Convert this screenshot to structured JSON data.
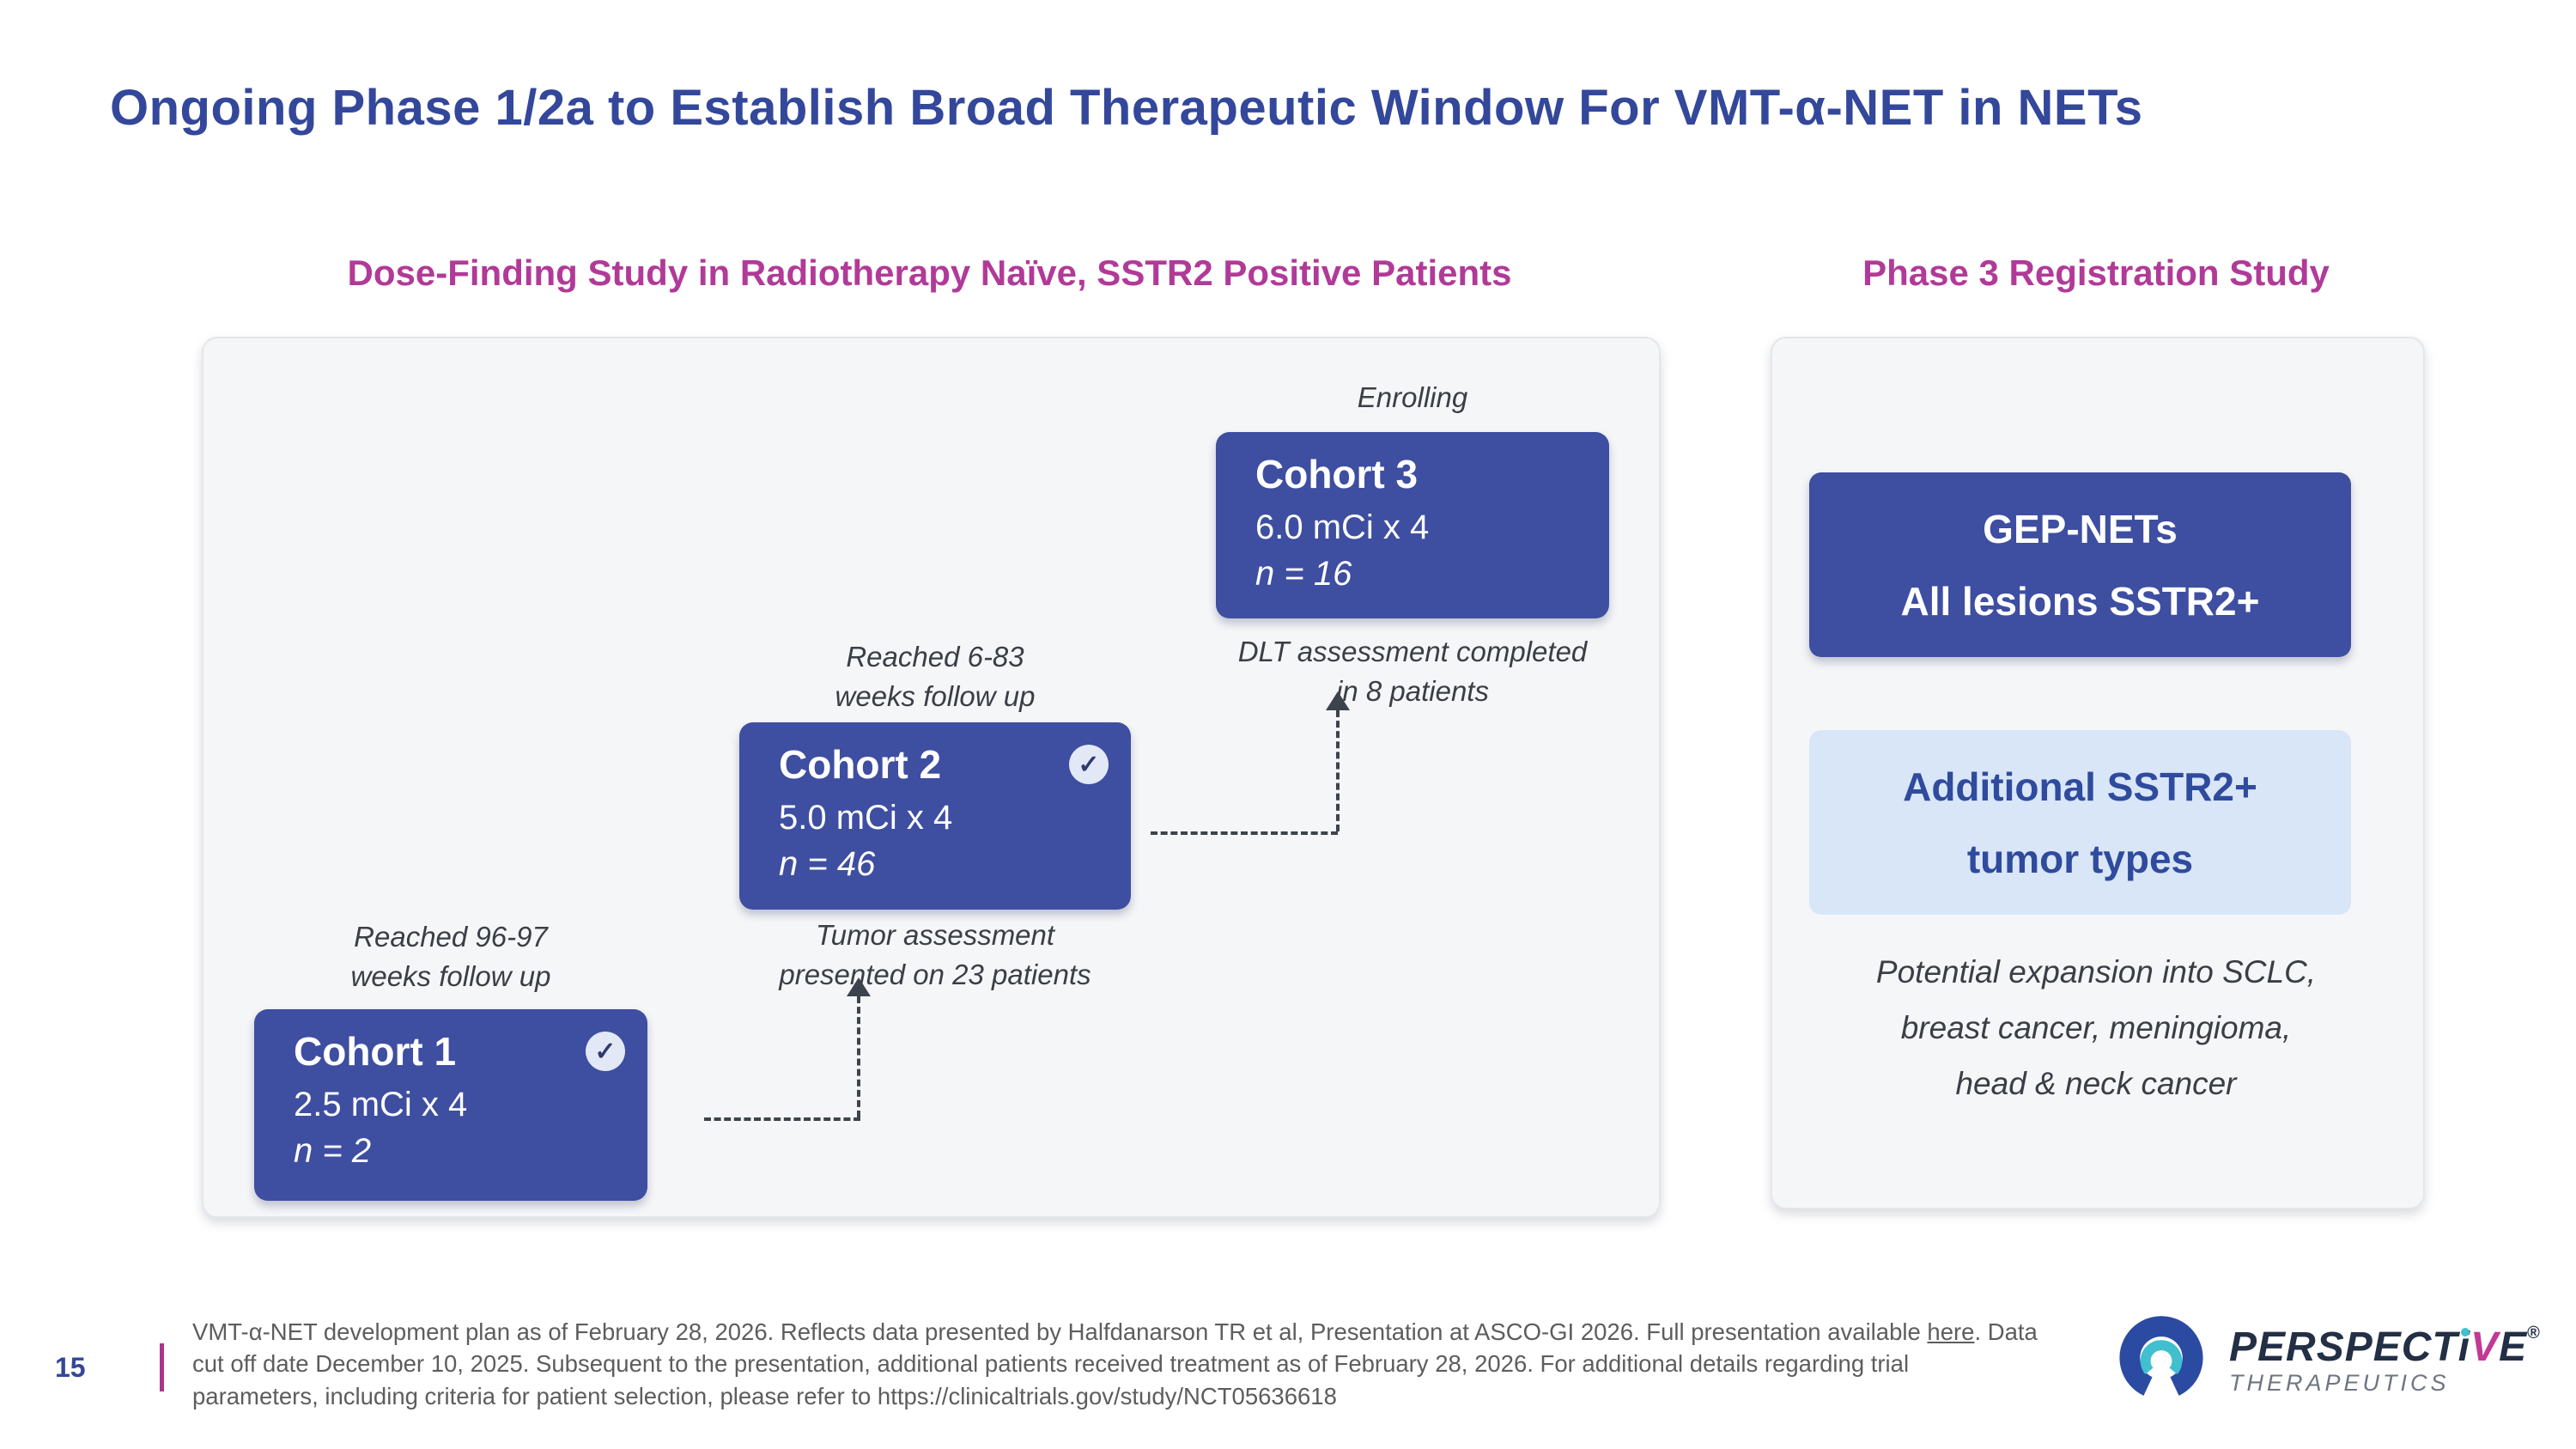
{
  "slide": {
    "title": "Ongoing Phase 1/2a to Establish Broad Therapeutic Window For VMT-α-NET in NETs",
    "page_number": "15"
  },
  "left_section": {
    "header": "Dose-Finding Study in Radiotherapy Naïve, SSTR2 Positive Patients",
    "cohorts": [
      {
        "name": "Cohort 1",
        "dose": "2.5 mCi x 4",
        "n": "n = 2",
        "status": "completed",
        "has_check": true,
        "note_above": "Reached 96-97\nweeks follow up"
      },
      {
        "name": "Cohort 2",
        "dose": "5.0 mCi x 4",
        "n": "n = 46",
        "status": "completed",
        "has_check": true,
        "note_above": "Reached 6-83\nweeks follow up",
        "note_below": "Tumor assessment\npresented on 23 patients"
      },
      {
        "name": "Cohort 3",
        "dose": "6.0 mCi x 4",
        "n": "n = 16",
        "status": "enrolling",
        "has_check": false,
        "note_above": "Enrolling",
        "note_below": "DLT assessment completed\nin 8 patients"
      }
    ]
  },
  "right_section": {
    "header": "Phase 3 Registration Study",
    "primary_box": {
      "line1": "GEP-NETs",
      "line2": "All lesions SSTR2+"
    },
    "secondary_box": {
      "line1": "Additional SSTR2+",
      "line2": "tumor types"
    },
    "expansion_note": "Potential expansion into SCLC,\nbreast cancer, meningioma,\nhead & neck cancer"
  },
  "footer": {
    "note_before_link": "VMT-α-NET development plan as of February 28, 2026. Reflects data presented by Halfdanarson TR et al, Presentation at ASCO-GI 2026. Full presentation available ",
    "link_text": "here",
    "note_after_link": ". Data cut off date December 10, 2025. Subsequent to the presentation, additional patients received treatment as of February 28, 2026. For additional details regarding trial parameters, including criteria for patient selection, please refer to https://clinicaltrials.gov/study/NCT05636618"
  },
  "logo": {
    "brand_pre": "PERSPECT",
    "brand_i": "i",
    "brand_v": "V",
    "brand_post": "E",
    "registered": "®",
    "subtitle": "THERAPEUTICS"
  },
  "icons": {
    "check": "✓"
  },
  "colors": {
    "title_blue": "#33479B",
    "header_magenta": "#B13A98",
    "cohort_box_blue": "#3E4EA1",
    "light_blue_box_bg": "#D9E6F8",
    "light_blue_box_text": "#2F4B9E",
    "note_gray": "#3A3E45",
    "footer_gray": "#5D5D5D",
    "page_bar_magenta": "#A9358C",
    "logo_navy": "#232F45",
    "logo_teal": "#41BFCE",
    "logo_magenta": "#C13A94",
    "panel_gray": "#F5F6F8"
  }
}
